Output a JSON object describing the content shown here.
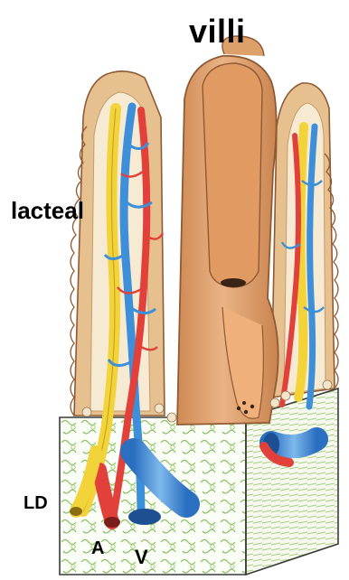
{
  "labels": {
    "villi": "villi",
    "lacteal": "lacteal",
    "ld": "LD",
    "a": "A",
    "v": "V"
  },
  "colors": {
    "villus_tan": "#e3a877",
    "villus_dark": "#c6824d",
    "epithelium": "#ddb58a",
    "artery": "#e2403a",
    "vein": "#3d8fd9",
    "lacteal": "#f2d33a",
    "connective_green": "#9ccd6a",
    "outline": "#3a3a3a"
  }
}
